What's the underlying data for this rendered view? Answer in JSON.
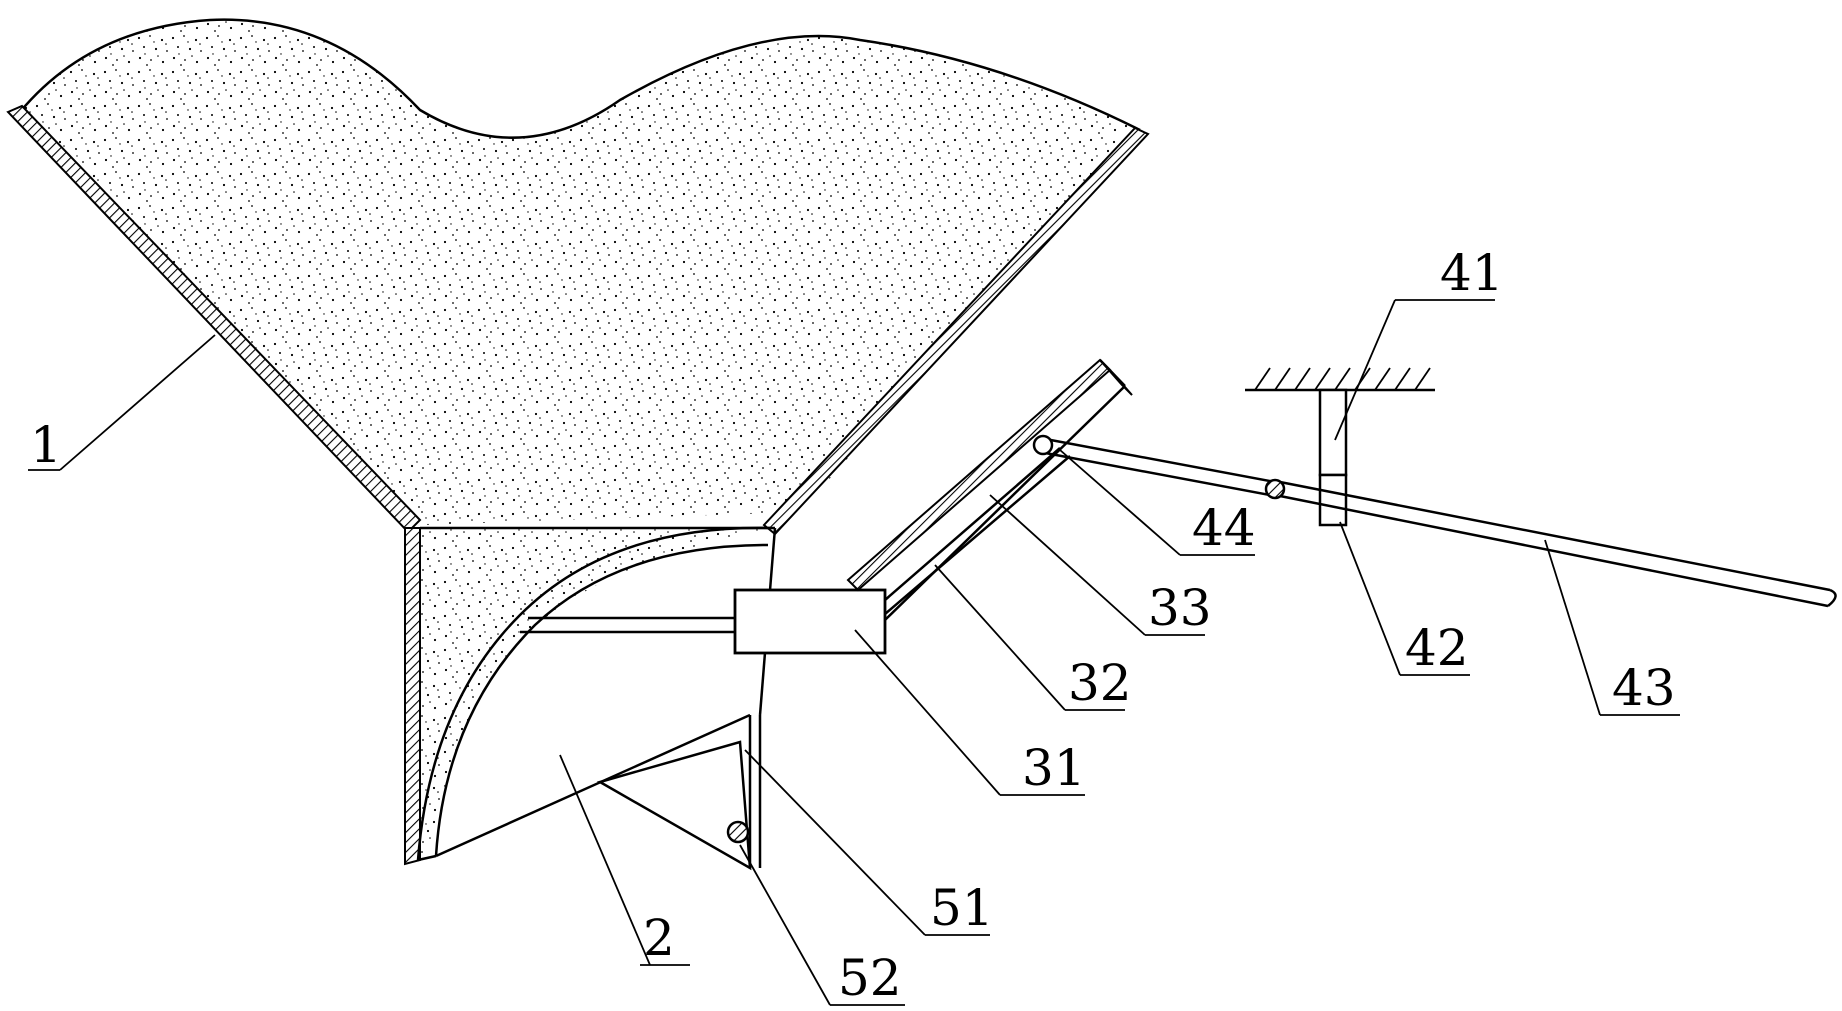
{
  "colors": {
    "ink": "#000000",
    "paper": "#ffffff"
  },
  "labels": {
    "hopper": "1",
    "gate": "2",
    "cylinder": "31",
    "guide_tube": "32",
    "push_rod": "33",
    "mount": "41",
    "pivot_block": "42",
    "lever": "43",
    "link_pin": "44",
    "gate_plate": "51",
    "hinge_pin": "52"
  }
}
